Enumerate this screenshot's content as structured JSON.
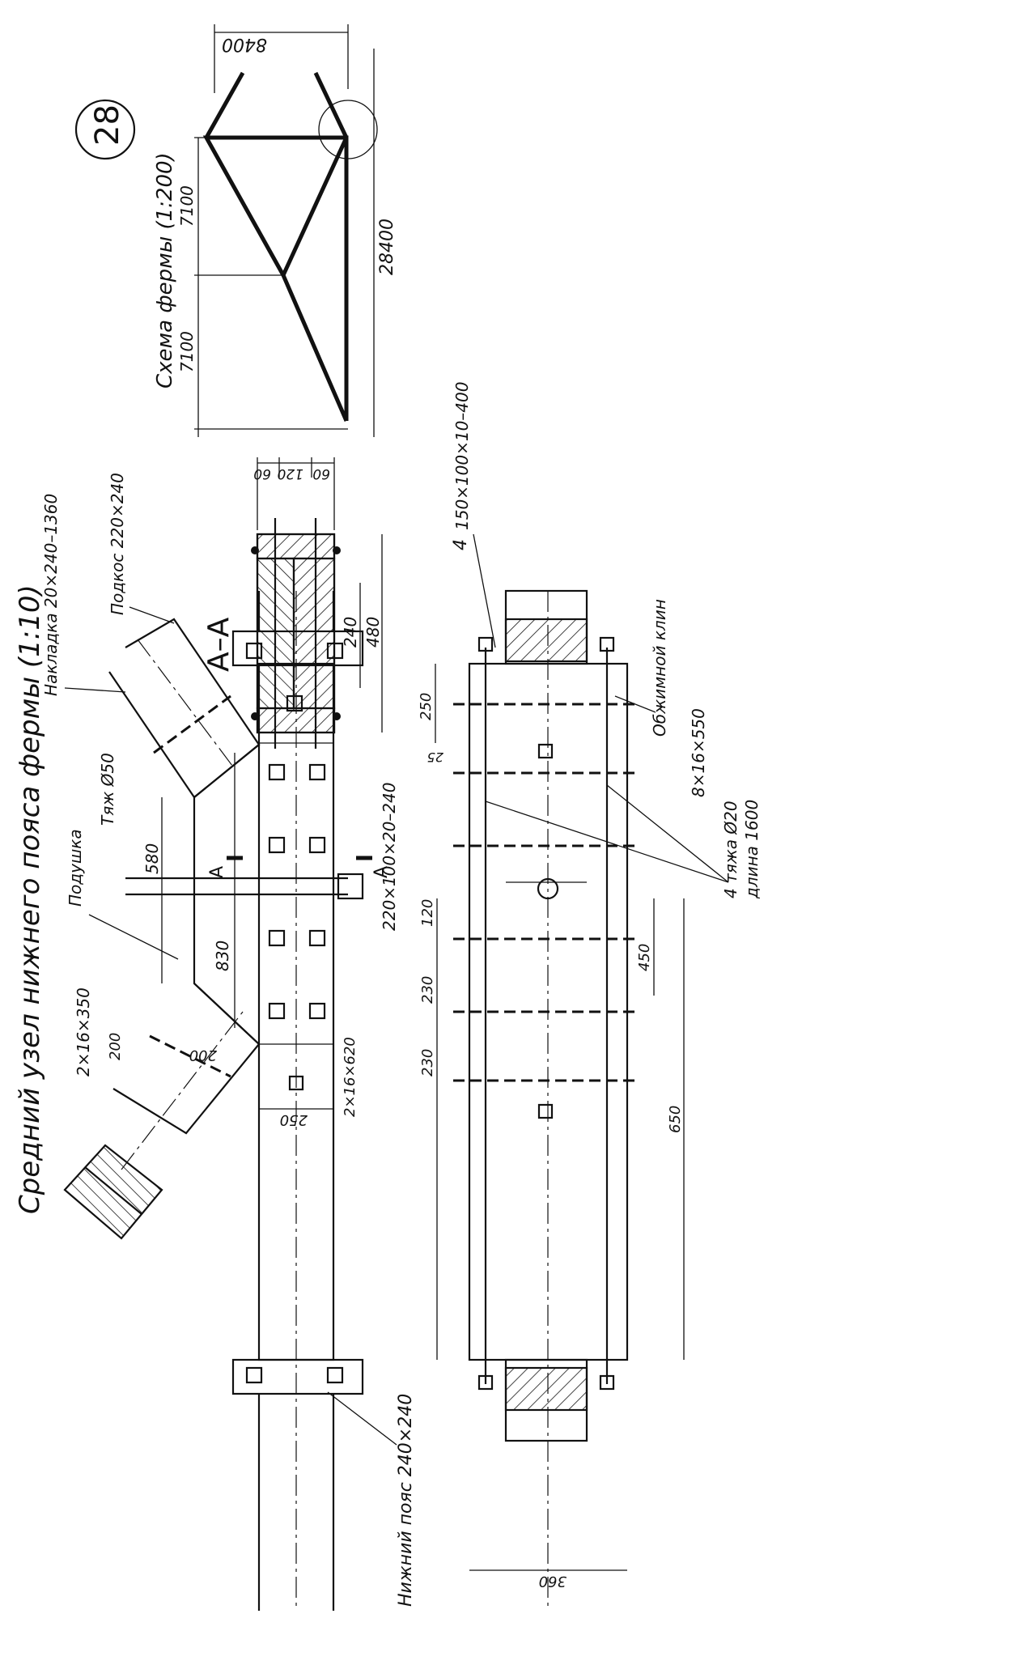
{
  "sheet_number": "28",
  "drawing_title": "Средний узел нижнего пояса фермы (1:10)",
  "truss_scheme": {
    "title": "Схема фермы (1:200)",
    "dim_top": "8400",
    "dim_panel_1": "7100",
    "dim_panel_2": "7100",
    "dim_span": "28400"
  },
  "section": {
    "title": "А–А",
    "dim_60_a": "60",
    "dim_120": "120",
    "dim_60_b": "60",
    "dim_240": "240",
    "dim_480": "480"
  },
  "labels": {
    "nakladka": "Накладка  20×240–1360",
    "podkos": "Подкос  220×240",
    "tyazh": "Тяж  Ø50",
    "podushka": "Подушка",
    "bolts_350": "2×16×350",
    "bolts_620": "2×16×620",
    "angle_220": "220×100×20–240",
    "nizhny_poyas": "Нижний  пояс  240×240",
    "angle_150": "150×100×10–400",
    "angle_150_count": "4",
    "obzhimnoy_klin": "Обжимной  клин",
    "bolts_550": "8×16×550",
    "tyazh_4": "4  тяжа  Ø20",
    "tyazh_length": "длина  1600",
    "section_mark_left": "А",
    "section_mark_right": "А"
  },
  "dimensions": {
    "d200_a": "200",
    "d200_b": "200",
    "d580": "580",
    "d830": "830",
    "d250_top": "250",
    "d250": "250",
    "d25": "25",
    "d120": "120",
    "d230_a": "230",
    "d230_b": "230",
    "d450": "450",
    "d650": "650",
    "d360": "360"
  }
}
